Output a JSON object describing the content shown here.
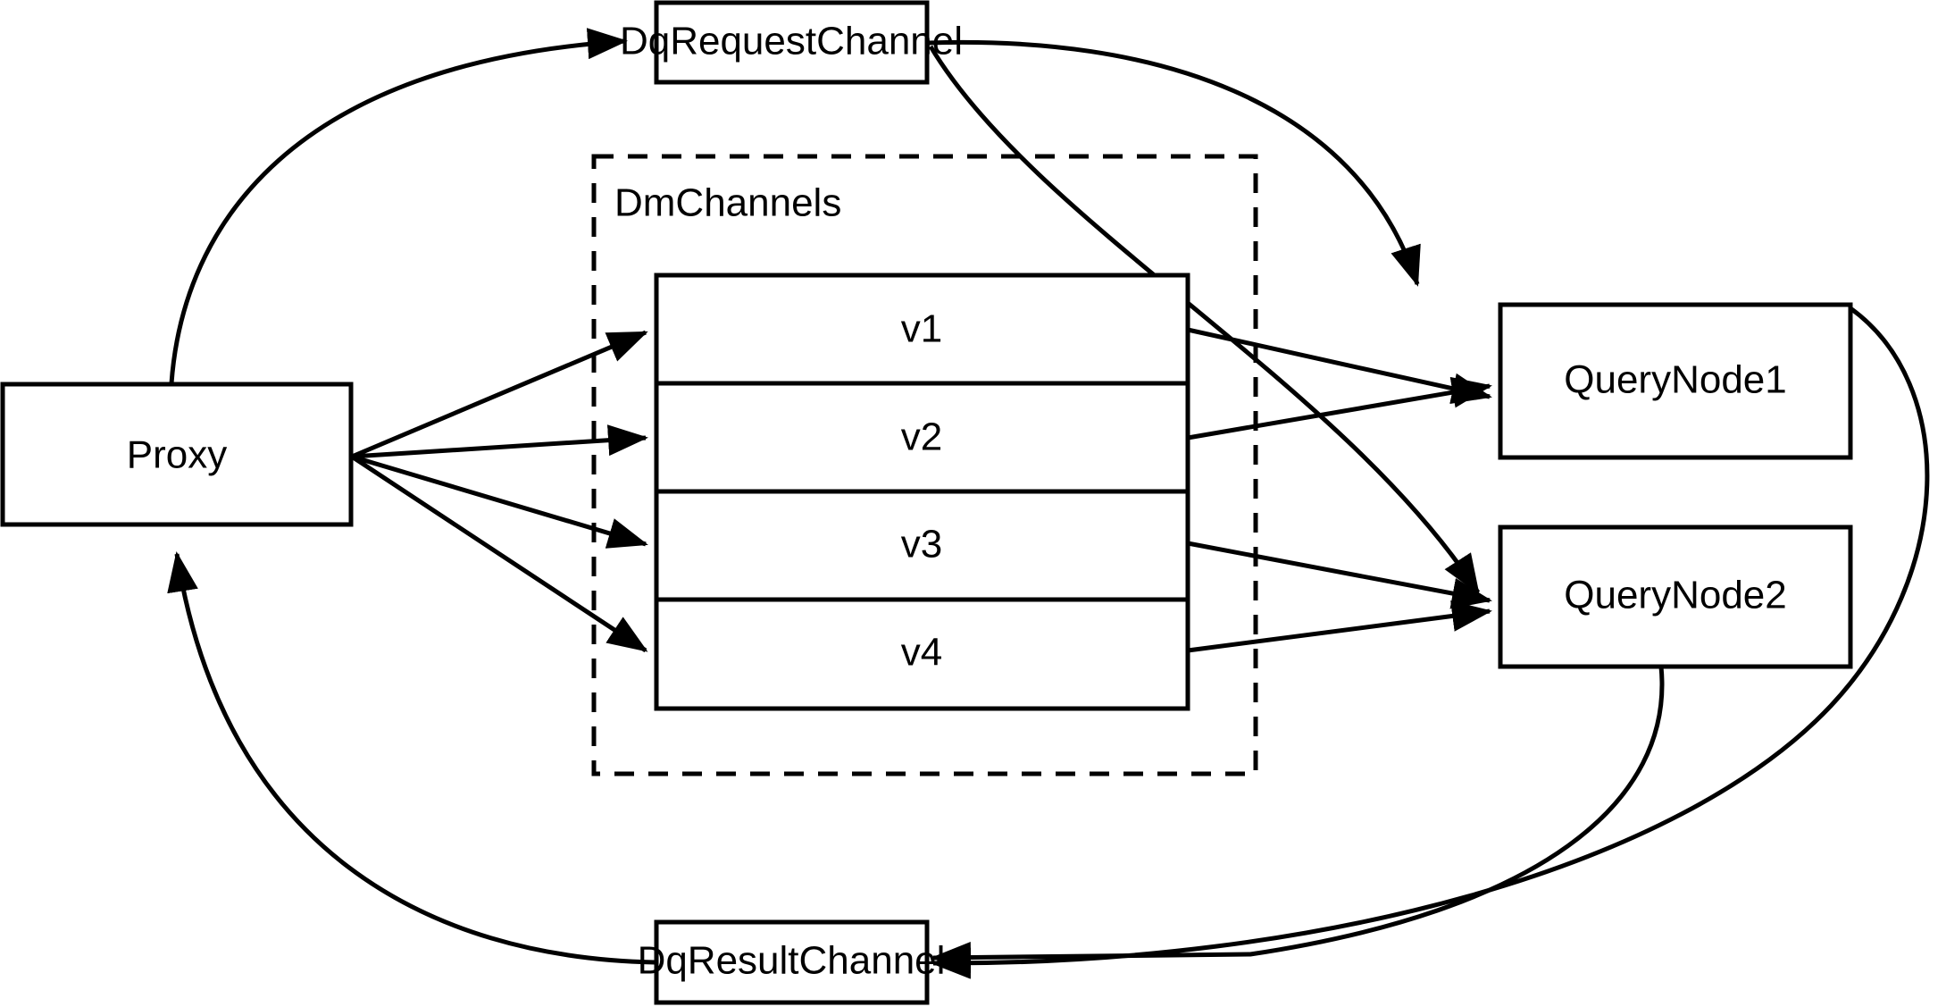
{
  "diagram": {
    "title": "Milvus distributed query channel flow",
    "background_color": "#ffffff",
    "stroke_color": "#000000",
    "nodes": {
      "proxy": {
        "label": "Proxy"
      },
      "dq_request_channel": {
        "label": "DqRequestChannel"
      },
      "dq_result_channel": {
        "label": "DqResultChannel"
      },
      "query_node_1": {
        "label": "QueryNode1"
      },
      "query_node_2": {
        "label": "QueryNode2"
      },
      "dm_channels_group": {
        "label": "DmChannels"
      }
    },
    "dm_channels": {
      "group_label": "DmChannels",
      "rows": [
        {
          "label": "v1"
        },
        {
          "label": "v2"
        },
        {
          "label": "v3"
        },
        {
          "label": "v4"
        }
      ]
    },
    "edges": [
      {
        "from": "Proxy",
        "to": "DqRequestChannel",
        "style": "curved",
        "arrow": "single"
      },
      {
        "from": "DqRequestChannel",
        "to": "QueryNode1",
        "style": "curved",
        "arrow": "single"
      },
      {
        "from": "DqRequestChannel",
        "to": "QueryNode2",
        "style": "curved",
        "arrow": "single"
      },
      {
        "from": "Proxy",
        "to": "v1",
        "style": "straight",
        "arrow": "single"
      },
      {
        "from": "Proxy",
        "to": "v2",
        "style": "straight",
        "arrow": "single"
      },
      {
        "from": "Proxy",
        "to": "v3",
        "style": "straight",
        "arrow": "single"
      },
      {
        "from": "Proxy",
        "to": "v4",
        "style": "straight",
        "arrow": "single"
      },
      {
        "from": "v1",
        "to": "QueryNode1",
        "style": "straight",
        "arrow": "single"
      },
      {
        "from": "v2",
        "to": "QueryNode1",
        "style": "straight",
        "arrow": "single"
      },
      {
        "from": "v3",
        "to": "QueryNode2",
        "style": "straight",
        "arrow": "single"
      },
      {
        "from": "v4",
        "to": "QueryNode2",
        "style": "straight",
        "arrow": "single"
      },
      {
        "from": "QueryNode1",
        "to": "DqResultChannel",
        "style": "curved",
        "arrow": "single"
      },
      {
        "from": "QueryNode2",
        "to": "DqResultChannel",
        "style": "curved",
        "arrow": "single"
      },
      {
        "from": "DqResultChannel",
        "to": "Proxy",
        "style": "curved",
        "arrow": "single"
      }
    ]
  }
}
